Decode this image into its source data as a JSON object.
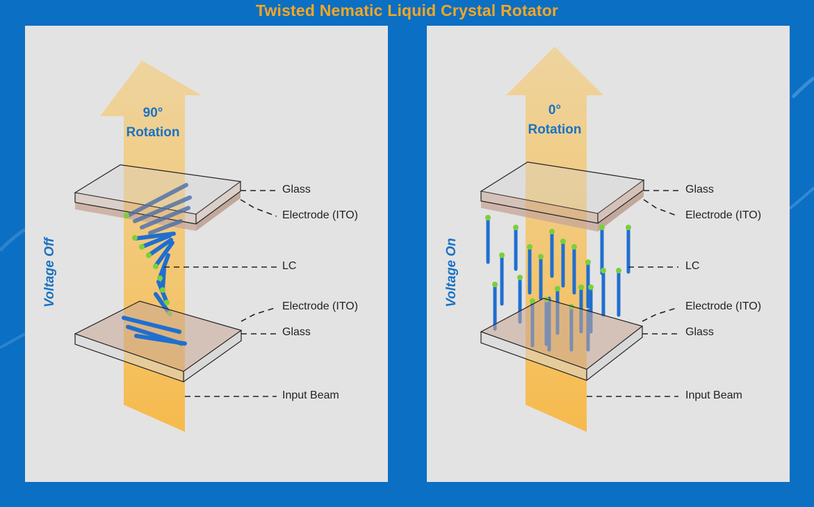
{
  "title": "Twisted Nematic Liquid Crystal Rotator",
  "colors": {
    "background": "#0b6fc4",
    "panel": "#e3e3e3",
    "title": "#f5a623",
    "beam": "#f7c766",
    "electrode": "#c8a898",
    "lc_molecule": "#1f6fd0",
    "lc_tip": "#7ccf3a",
    "accent_text": "#1a72c4"
  },
  "left_panel": {
    "voltage_label": "Voltage Off",
    "rotation_line1": "90°",
    "rotation_line2": "Rotation",
    "labels": {
      "glass_top": "Glass",
      "electrode_top": "Electrode (ITO)",
      "lc": "LC",
      "electrode_bottom": "Electrode (ITO)",
      "glass_bottom": "Glass",
      "input_beam": "Input Beam"
    }
  },
  "right_panel": {
    "voltage_label": "Voltage On",
    "rotation_line1": "0°",
    "rotation_line2": "Rotation",
    "labels": {
      "glass_top": "Glass",
      "electrode_top": "Electrode (ITO)",
      "lc": "LC",
      "electrode_bottom": "Electrode (ITO)",
      "glass_bottom": "Glass",
      "input_beam": "Input Beam"
    }
  }
}
